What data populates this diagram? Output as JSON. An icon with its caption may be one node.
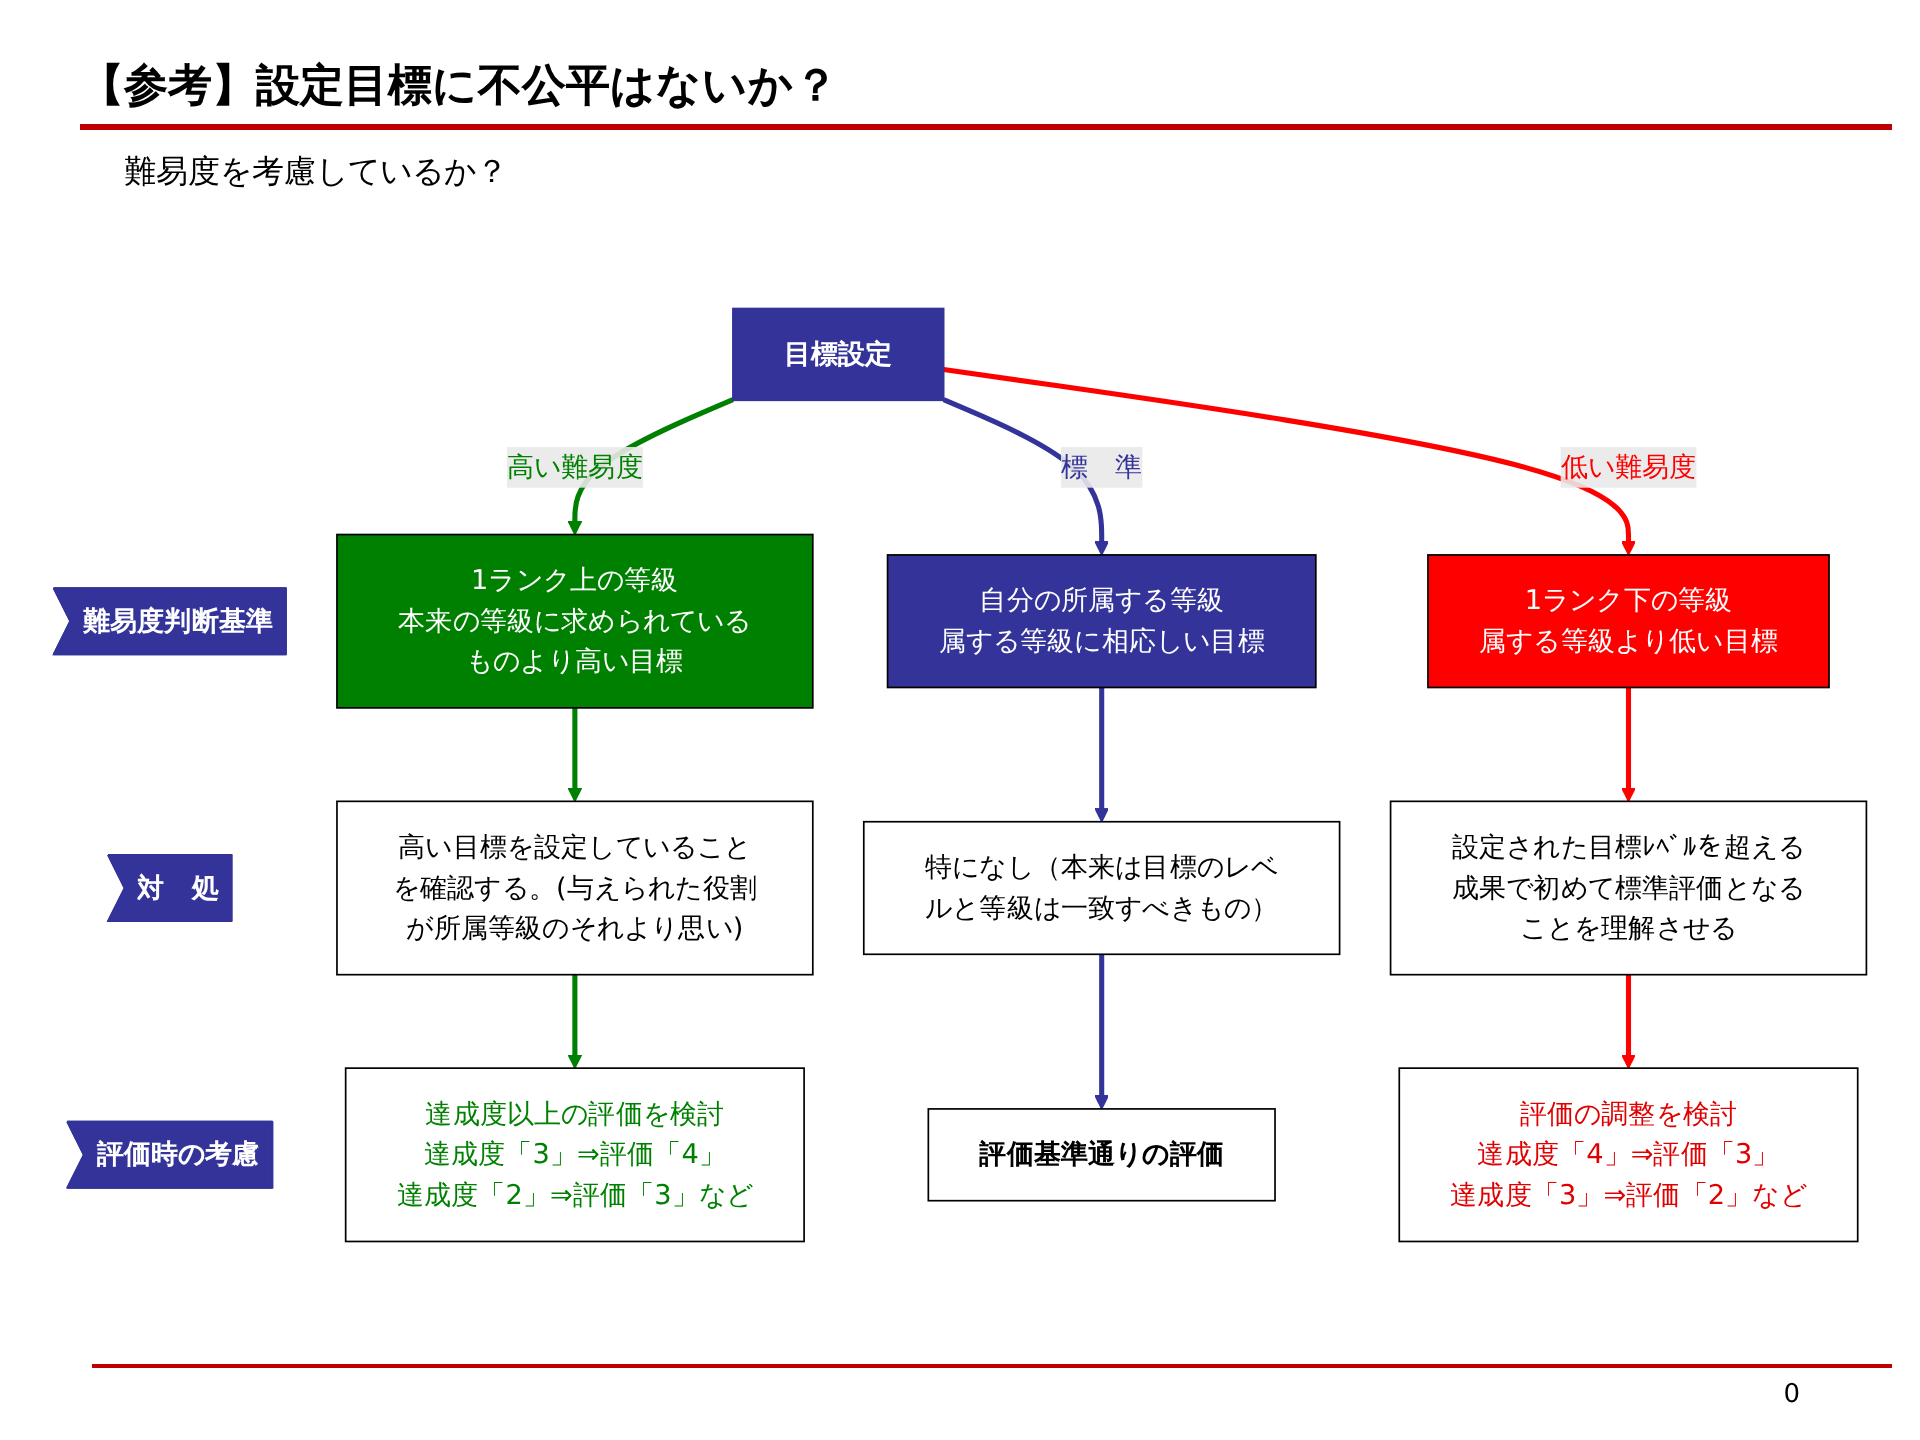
{
  "diagram": {
    "title": "【参考】設定目標に不公平はないか？",
    "nodes": [
      {
        "text": [
          "目標設定"
        ]
      },
      {
        "text": [
          "難易度判断基準"
        ]
      },
      {
        "text": [
          "1ランク上の等級",
          "本来の等級に求められているものより高い目標"
        ]
      },
      {
        "text": [
          "自分の所属する等級",
          "属する等級に相応しい目標"
        ]
      },
      {
        "text": [
          "1ランク下の等級",
          "属する等級より低い目標"
        ]
      },
      {
        "text": [
          "対　処"
        ]
      },
      {
        "text": [
          "高い目標を設定していることを確認する。(与えられた役割が所属等級のそれより思い)"
        ]
      },
      {
        "text": [
          "特になし（本来は目標のレベルと等級は一致すべきもの）"
        ]
      },
      {
        "text": [
          "設定された目標ﾚﾍﾞﾙを超える成果で初めて標準評価となることを理解させる"
        ]
      },
      {
        "text": [
          "評価時の考慮"
        ]
      },
      {
        "text": [
          "達成度以上の評価を検討",
          "達成度「3」⇒評価「4」",
          "達成度「2」⇒評価「3」など"
        ]
      },
      {
        "text": [
          "評価基準通りの評価"
        ]
      },
      {
        "text": [
          "評価の調整を検討",
          "達成度「4」⇒評価「3」",
          "達成度「3」⇒評価「2」など"
        ]
      }
    ],
    "edges": [
      {
        "from": 0,
        "to": 2,
        "arrow": "to",
        "label": "高い難易度",
        "color": "#008000"
      },
      {
        "from": 0,
        "to": 3,
        "arrow": "to",
        "label": "標　準",
        "color": "#333399"
      },
      {
        "from": 0,
        "to": 4,
        "arrow": "to",
        "label": "低い難易度",
        "color": "#ff0000"
      },
      {
        "from": 2,
        "to": 6,
        "arrow": "to",
        "color": "#008000"
      },
      {
        "from": 3,
        "to": 7,
        "arrow": "to",
        "color": "#333399"
      },
      {
        "from": 4,
        "to": 8,
        "arrow": "to",
        "color": "#ff0000"
      },
      {
        "from": 6,
        "to": 10,
        "arrow": "to",
        "color": "#008000"
      },
      {
        "from": 7,
        "to": 11,
        "arrow": "to",
        "color": "#333399"
      },
      {
        "from": 8,
        "to": 12,
        "arrow": "to",
        "color": "#ff0000"
      }
    ],
    "labels": [
      "難易度を考慮しているか？",
      "0"
    ]
  }
}
